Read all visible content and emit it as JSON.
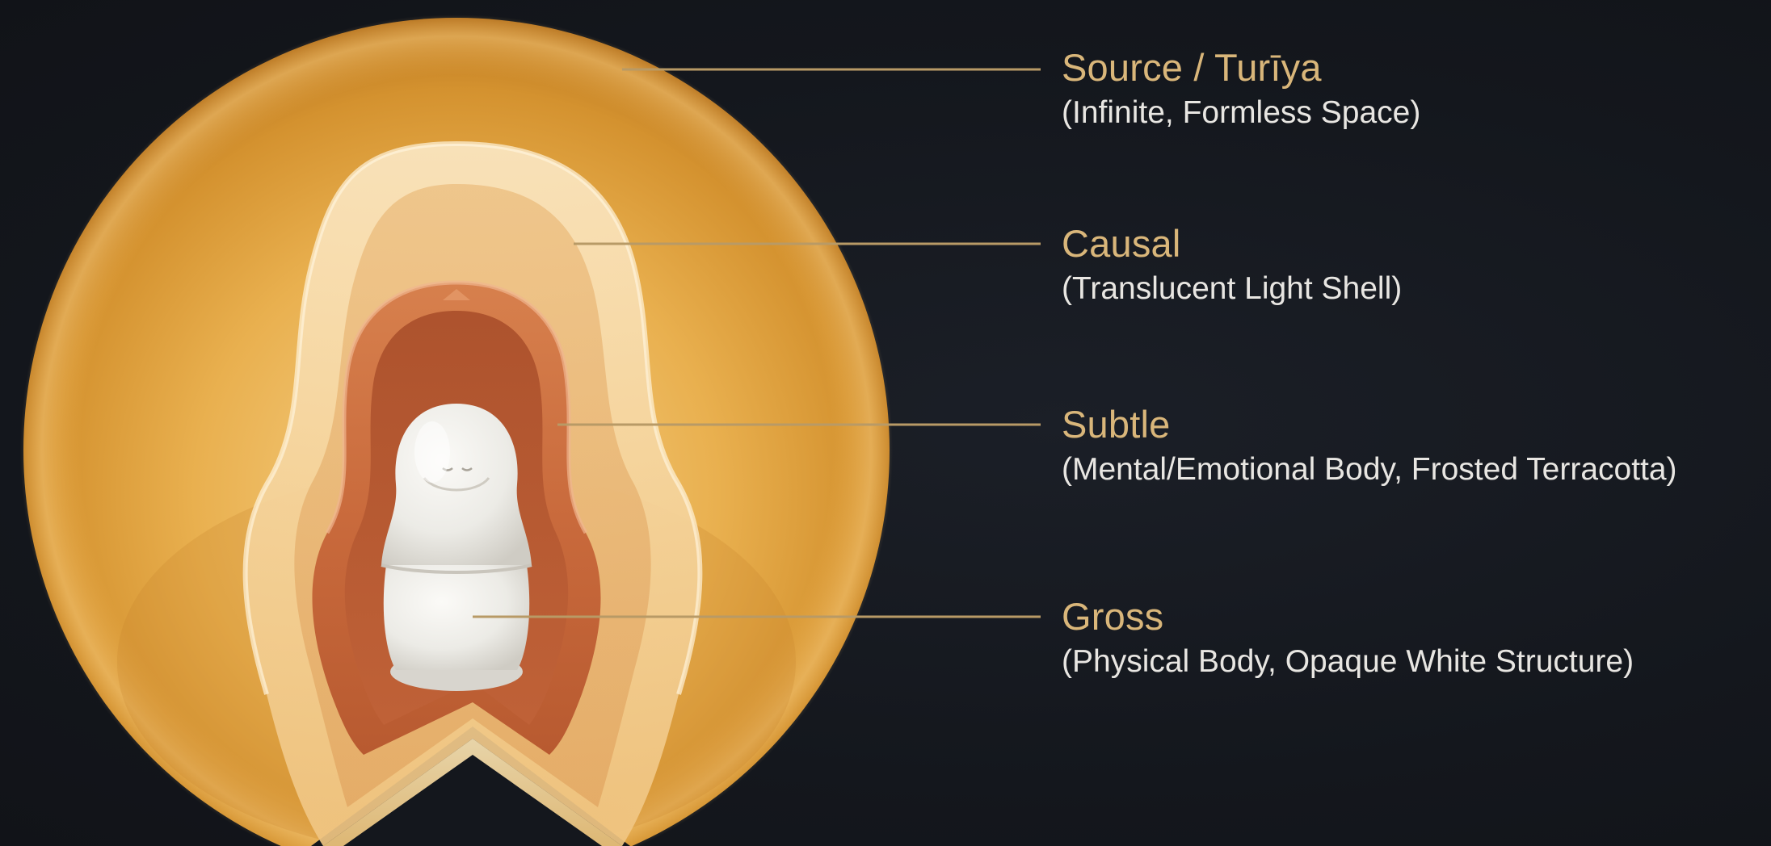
{
  "layers": [
    {
      "id": "source",
      "name": "Source / Turīya",
      "description": "(Infinite, Formless Space)"
    },
    {
      "id": "causal",
      "name": "Causal",
      "description": "(Translucent Light Shell)"
    },
    {
      "id": "subtle",
      "name": "Subtle",
      "description": "(Mental/Emotional Body, Frosted Terracotta)"
    },
    {
      "id": "gross",
      "name": "Gross",
      "description": "(Physical Body, Opaque White Structure)"
    }
  ],
  "colors": {
    "background": "#14171d",
    "label_name": "#d9b67a",
    "label_description": "#e8e6e2",
    "leader_line": "#b89a66",
    "source_sphere": "#e9b04f",
    "causal_shell": "#f3cf92",
    "subtle_shell": "#c8673a",
    "gross_body": "#efeeea"
  }
}
